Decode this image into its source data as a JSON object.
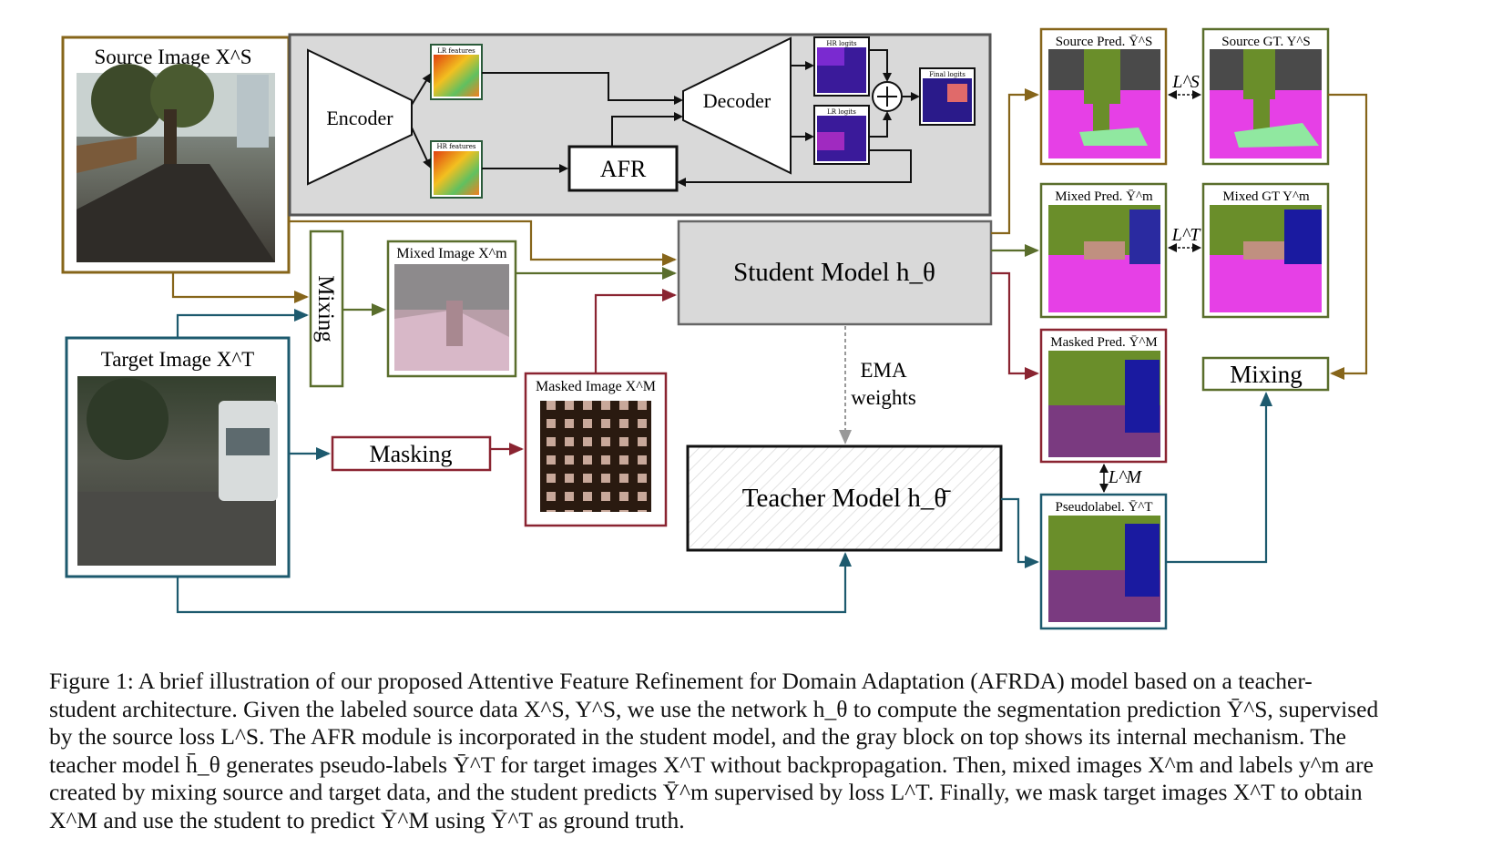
{
  "diagram": {
    "source_image_label": "Source Image X^S",
    "target_image_label": "Target Image X^T",
    "mixed_image_label": "Mixed Image X^m",
    "masked_image_label": "Masked Image X^M",
    "encoder_label": "Encoder",
    "decoder_label": "Decoder",
    "afr_label": "AFR",
    "lr_features_label": "LR features",
    "hr_features_label": "HR features",
    "hr_logits_label": "HR logits",
    "lr_logits_label": "LR logits",
    "final_logits_label": "Final logits",
    "student_label": "Student Model h_θ",
    "teacher_label": "Teacher Model h_θ̄",
    "mixing_vertical_label": "Mixing",
    "mixing_right_label": "Mixing",
    "masking_label": "Masking",
    "ema_label_line1": "EMA",
    "ema_label_line2": "weights",
    "source_pred_label": "Source Pred. Ȳ^S",
    "source_gt_label": "Source GT. Y^S",
    "mixed_pred_label": "Mixed Pred. Ȳ^m",
    "mixed_gt_label": "Mixed GT Y^m",
    "masked_pred_label": "Masked Pred. Ȳ^M",
    "pseudolabel_label": "Pseudolabel. Ȳ^T",
    "loss_s": "L^S",
    "loss_t": "L^T",
    "loss_m": "L^M",
    "colors": {
      "source": "#86651a",
      "target": "#1d5a6e",
      "mixed": "#5a6e2c",
      "masked": "#8a2431",
      "gray_block": "#d9d9d9"
    }
  },
  "caption": {
    "line1": "Figure 1: A brief illustration of our proposed Attentive Feature Refinement for Domain Adaptation (AFRDA) model based on a teacher-",
    "line2": "student architecture. Given the labeled source data X^S, Y^S, we use the network h_θ to compute the segmentation prediction Ȳ^S, supervised",
    "line3": "by the source loss L^S. The AFR module is incorporated in the student model, and the gray block on top shows its internal mechanism. The",
    "line4": "teacher model h̄_θ generates pseudo-labels Ȳ^T for target images X^T without backpropagation. Then, mixed images X^m and labels y^m are",
    "line5": "created by mixing source and target data, and the student predicts Ȳ^m supervised by loss L^T. Finally, we mask target images X^T to obtain",
    "line6": "X^M and use the student to predict Ȳ^M using Ȳ^T as ground truth."
  }
}
